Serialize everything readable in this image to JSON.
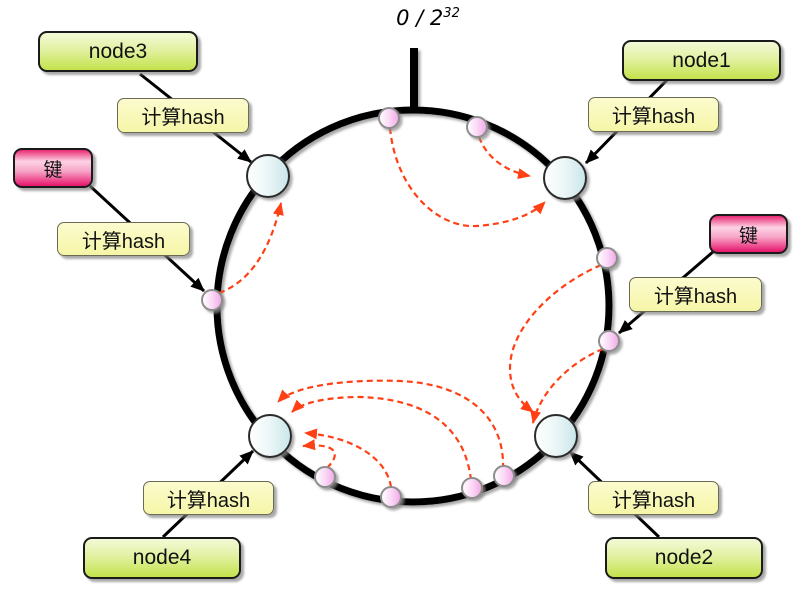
{
  "title": {
    "base": "0 / 2",
    "exponent": "32"
  },
  "labels": {
    "node1": "node1",
    "node2": "node2",
    "node3": "node3",
    "node4": "node4",
    "key": "键",
    "compute_hash": "计算hash"
  },
  "ring": {
    "node_points": 4,
    "key_points": 9,
    "mapping_rule": "keys map clockwise to next node",
    "mappings": [
      "top keys (2) -> node1",
      "right keys (2) -> node2",
      "bottom keys (4) -> node4",
      "left key (1) -> node3"
    ]
  },
  "colors": {
    "ring": "#000000",
    "red_arrow": "#ff4015",
    "node_box_green": "#c4e24c",
    "hash_box_yellow": "#f6f6a8",
    "key_box_pink": "#e6156b",
    "node_circle": "#cde8ea",
    "key_circle": "#f2aeea"
  }
}
